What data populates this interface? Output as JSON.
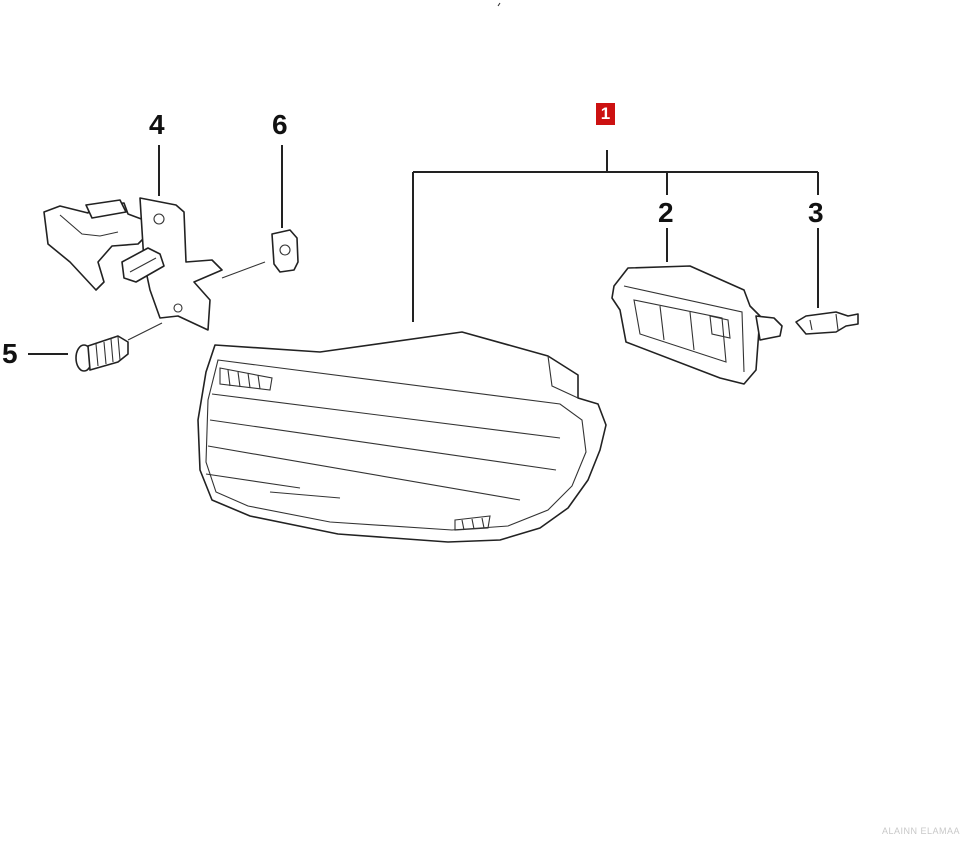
{
  "callouts": {
    "c1": "1",
    "c2": "2",
    "c3": "3",
    "c4": "4",
    "c5": "5",
    "c6": "6"
  },
  "watermark": "ALAINN ELAMAA",
  "colors": {
    "callout_highlight": "#cc1111",
    "line": "#222222",
    "background": "#ffffff"
  }
}
